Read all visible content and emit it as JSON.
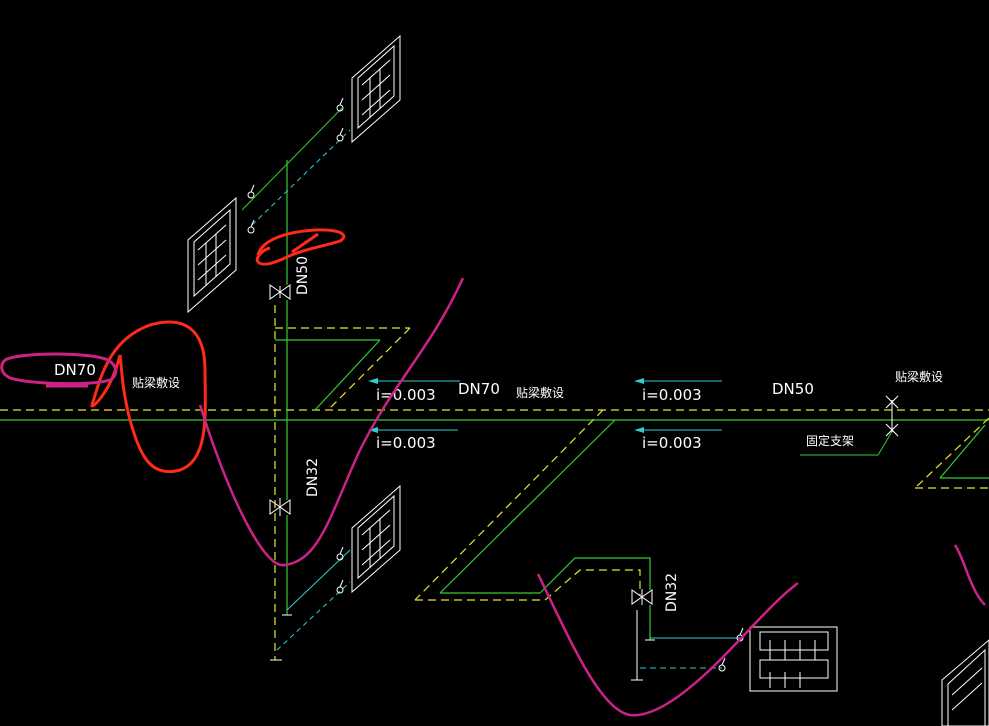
{
  "drawing": {
    "background_color": "#000000",
    "colors": {
      "pipe_green": "#33cc33",
      "pipe_yellow_dashed": "#e6e633",
      "pipe_cyan": "#33cccc",
      "fixture_white": "#ffffff",
      "markup_red": "#ff2a1a",
      "markup_magenta": "#cc2288"
    },
    "labels": {
      "dn70_left": "DN70",
      "beam_left": "贴梁敷设",
      "slope_upper_1": "i=0.003",
      "dn70_mid": "DN70",
      "beam_mid": "贴梁敷设",
      "slope_upper_2": "i=0.003",
      "dn50_right": "DN50",
      "beam_right": "贴梁敷设",
      "slope_lower_1": "i=0.003",
      "slope_lower_2": "i=0.003",
      "fixed_support": "固定支架",
      "dn50_vertical": "DN50",
      "dn32_vertical_left": "DN32",
      "dn32_vertical_right": "DN32"
    }
  }
}
